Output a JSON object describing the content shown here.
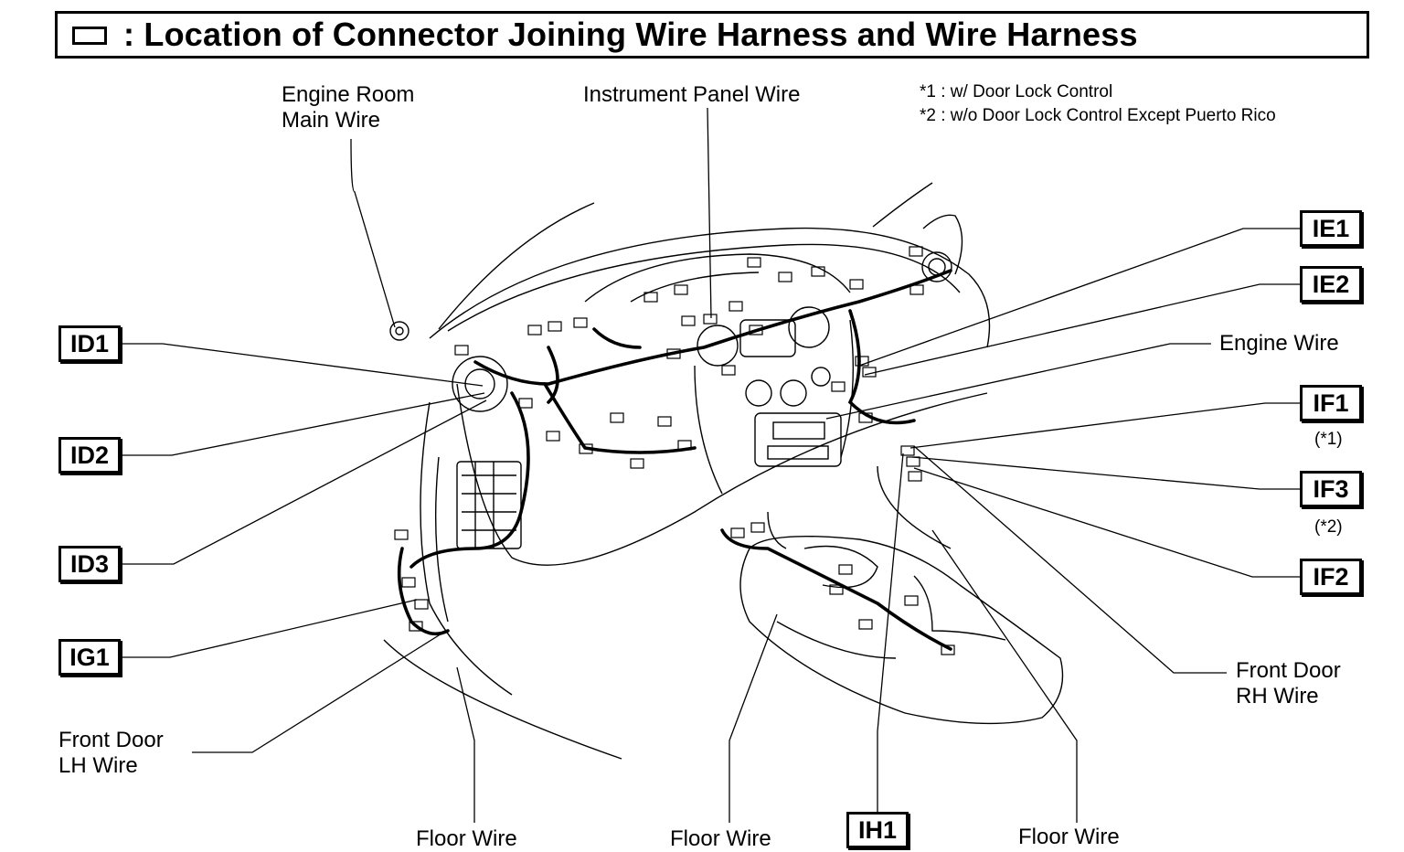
{
  "title": ": Location of Connector Joining Wire Harness and Wire Harness",
  "notes": [
    "*1 : w/ Door Lock Control",
    "*2 : w/o Door Lock Control Except Puerto Rico"
  ],
  "labels": {
    "engine_room_main_wire": [
      "Engine Room",
      "Main Wire"
    ],
    "instrument_panel_wire": "Instrument Panel Wire",
    "engine_wire": "Engine Wire",
    "front_door_rh_wire": [
      "Front Door",
      "RH Wire"
    ],
    "front_door_lh_wire": [
      "Front Door",
      "LH Wire"
    ],
    "floor_wire_1": "Floor Wire",
    "floor_wire_2": "Floor Wire",
    "floor_wire_3": "Floor Wire"
  },
  "connectors": {
    "ID1": "ID1",
    "ID2": "ID2",
    "ID3": "ID3",
    "IG1": "IG1",
    "IE1": "IE1",
    "IE2": "IE2",
    "IF1": "IF1",
    "IF3": "IF3",
    "IF2": "IF2",
    "IH1": "IH1"
  },
  "connector_notes": {
    "IF1": "(*1)",
    "IF3": "(*2)"
  }
}
